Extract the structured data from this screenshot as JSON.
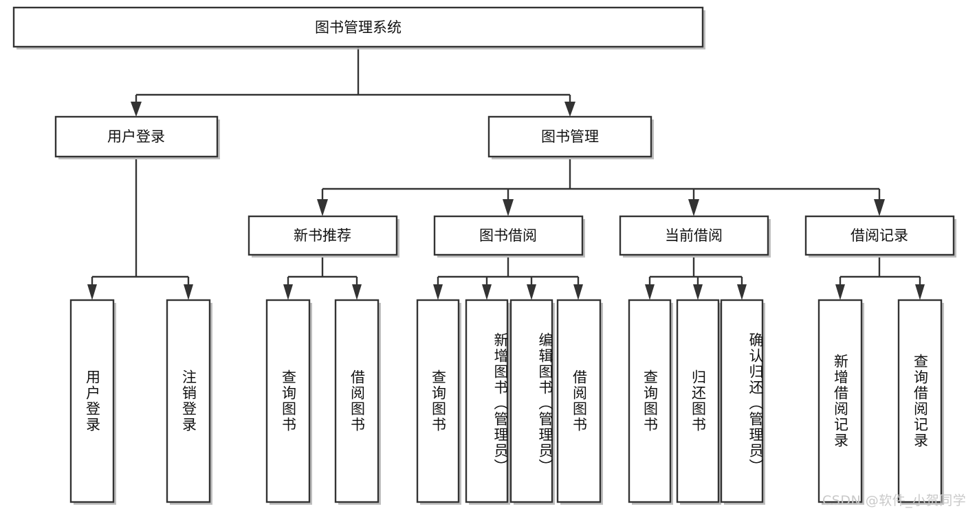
{
  "diagram": {
    "type": "tree",
    "title": "图书管理系统",
    "root": {
      "id": "root",
      "label": "图书管理系统"
    },
    "level2": [
      {
        "id": "user-login",
        "label": "用户登录"
      },
      {
        "id": "book-manage",
        "label": "图书管理"
      }
    ],
    "level3": [
      {
        "id": "new-book-recommend",
        "label": "新书推荐",
        "parent": "book-manage"
      },
      {
        "id": "book-borrow",
        "label": "图书借阅",
        "parent": "book-manage"
      },
      {
        "id": "current-borrow",
        "label": "当前借阅",
        "parent": "book-manage"
      },
      {
        "id": "borrow-record",
        "label": "借阅记录",
        "parent": "book-manage"
      }
    ],
    "leaves": [
      {
        "id": "leaf-user-login",
        "label": "用户登录",
        "parent": "user-login"
      },
      {
        "id": "leaf-user-logout",
        "label": "注销登录",
        "parent": "user-login"
      },
      {
        "id": "leaf-query-book-1",
        "label": "查询图书",
        "parent": "new-book-recommend"
      },
      {
        "id": "leaf-borrow-book-1",
        "label": "借阅图书",
        "parent": "new-book-recommend"
      },
      {
        "id": "leaf-query-book-2",
        "label": "查询图书",
        "parent": "book-borrow"
      },
      {
        "id": "leaf-add-book",
        "label": "新增图书（管理员）",
        "parent": "book-borrow"
      },
      {
        "id": "leaf-edit-book",
        "label": "编辑图书（管理员）",
        "parent": "book-borrow"
      },
      {
        "id": "leaf-borrow-book-2",
        "label": "借阅图书",
        "parent": "book-borrow"
      },
      {
        "id": "leaf-query-book-3",
        "label": "查询图书",
        "parent": "current-borrow"
      },
      {
        "id": "leaf-return-book",
        "label": "归还图书",
        "parent": "current-borrow"
      },
      {
        "id": "leaf-confirm-return",
        "label": "确认归还（管理员）",
        "parent": "current-borrow"
      },
      {
        "id": "leaf-add-record",
        "label": "新增借阅记录",
        "parent": "borrow-record"
      },
      {
        "id": "leaf-query-record",
        "label": "查询借阅记录",
        "parent": "borrow-record"
      }
    ]
  },
  "watermark": {
    "text": "CSDN @软件_小贺同学"
  },
  "colors": {
    "stroke": "#333333",
    "fill": "#ffffff",
    "text": "#111111",
    "shadow": "#b3b3b3",
    "watermark": "#c9c9c9"
  }
}
